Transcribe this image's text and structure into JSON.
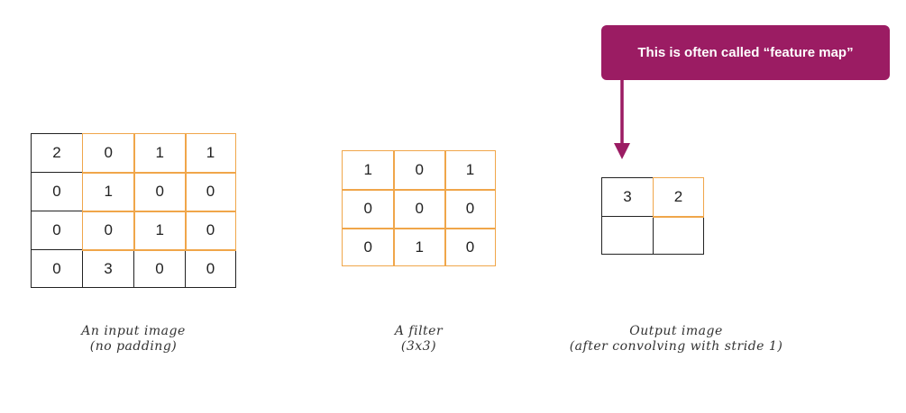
{
  "colors": {
    "highlight": "#f0a64a",
    "plain": "#222222",
    "callout_bg": "#9b1c63",
    "callout_text": "#ffffff",
    "arrow": "#9b1c63"
  },
  "callout": {
    "text": "This is often called “feature map”"
  },
  "input_image": {
    "rows": [
      [
        {
          "v": "2",
          "hl": false
        },
        {
          "v": "0",
          "hl": true
        },
        {
          "v": "1",
          "hl": true
        },
        {
          "v": "1",
          "hl": true
        }
      ],
      [
        {
          "v": "0",
          "hl": false
        },
        {
          "v": "1",
          "hl": true
        },
        {
          "v": "0",
          "hl": true
        },
        {
          "v": "0",
          "hl": true
        }
      ],
      [
        {
          "v": "0",
          "hl": false
        },
        {
          "v": "0",
          "hl": true
        },
        {
          "v": "1",
          "hl": true
        },
        {
          "v": "0",
          "hl": true
        }
      ],
      [
        {
          "v": "0",
          "hl": false
        },
        {
          "v": "3",
          "hl": false
        },
        {
          "v": "0",
          "hl": false
        },
        {
          "v": "0",
          "hl": false
        }
      ]
    ],
    "caption_line1": "An input image",
    "caption_line2": "(no padding)"
  },
  "filter": {
    "rows": [
      [
        {
          "v": "1",
          "hl": true
        },
        {
          "v": "0",
          "hl": true
        },
        {
          "v": "1",
          "hl": true
        }
      ],
      [
        {
          "v": "0",
          "hl": true
        },
        {
          "v": "0",
          "hl": true
        },
        {
          "v": "0",
          "hl": true
        }
      ],
      [
        {
          "v": "0",
          "hl": true
        },
        {
          "v": "1",
          "hl": true
        },
        {
          "v": "0",
          "hl": true
        }
      ]
    ],
    "caption_line1": "A filter",
    "caption_line2": "(3x3)"
  },
  "output_image": {
    "rows": [
      [
        {
          "v": "3",
          "hl": false
        },
        {
          "v": "2",
          "hl": true
        }
      ],
      [
        {
          "v": "",
          "hl": false
        },
        {
          "v": "",
          "hl": false
        }
      ]
    ],
    "caption_line1": "Output image",
    "caption_line2": "(after convolving with stride 1)"
  }
}
